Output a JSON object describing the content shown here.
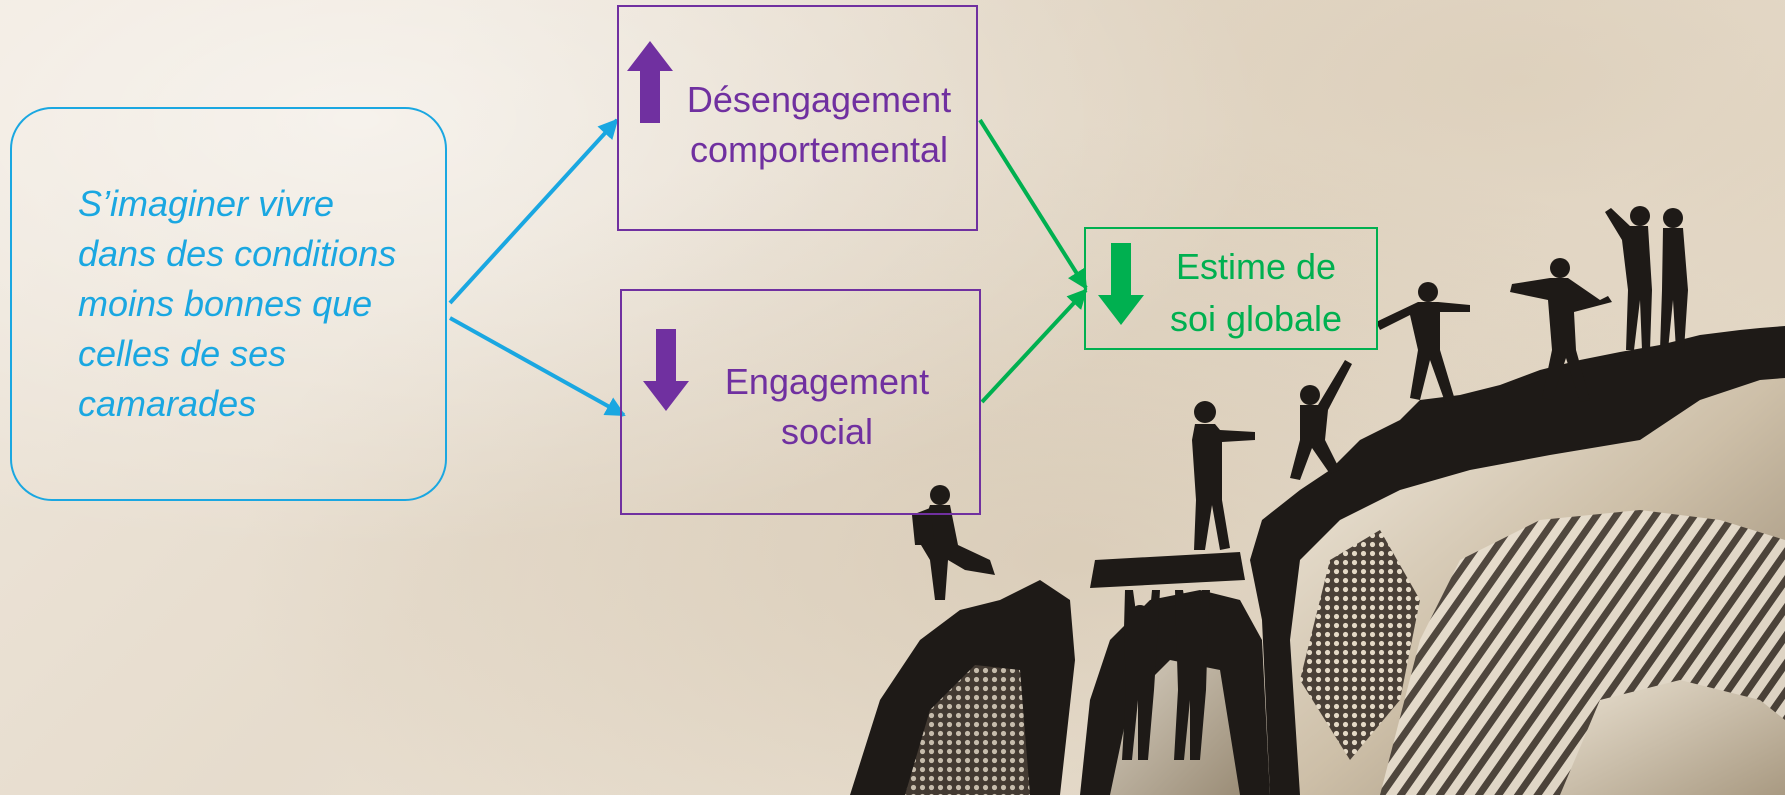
{
  "diagram": {
    "source": {
      "label": "S’imaginer vivre dans des conditions moins bonnes que celles de ses camarades"
    },
    "mediators": [
      {
        "label_line1": "Désengagement",
        "label_line2": "comportemental",
        "direction": "up",
        "icon": "arrow-up-icon"
      },
      {
        "label_line1": "Engagement",
        "label_line2": "social",
        "direction": "down",
        "icon": "arrow-down-icon"
      }
    ],
    "outcome": {
      "label_line1": "Estime de",
      "label_line2": "soi globale",
      "direction": "down",
      "icon": "arrow-down-icon"
    }
  },
  "colors": {
    "source": "#1aa7e1",
    "mediator": "#7030a0",
    "outcome": "#00b050",
    "silhouette": "#1e1a17",
    "background": "#ebe2d4"
  },
  "illustration": {
    "icon": "climbing-people-silhouette-illustration"
  }
}
